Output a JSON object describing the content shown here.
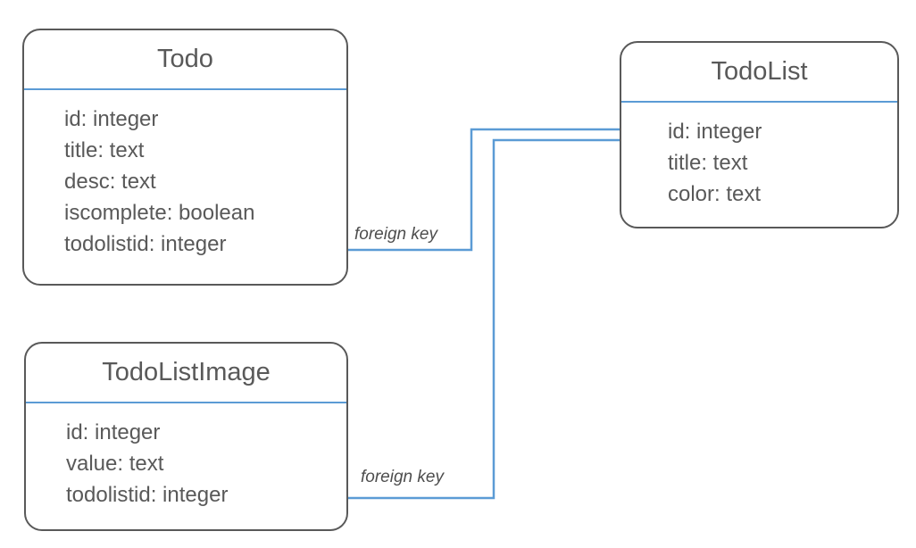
{
  "diagram": {
    "type": "entity-relationship-diagram",
    "accent_color": "#5b9bd5",
    "text_color": "#595959",
    "border_color": "#595959",
    "background_color": "#ffffff",
    "entities": [
      {
        "id": "todo",
        "title": "Todo",
        "fields": [
          "id: integer",
          "title: text",
          "desc: text",
          "iscomplete: boolean",
          "todolistid: integer"
        ]
      },
      {
        "id": "todolist",
        "title": "TodoList",
        "fields": [
          "id: integer",
          "title: text",
          "color: text"
        ]
      },
      {
        "id": "todolistimage",
        "title": "TodoListImage",
        "fields": [
          "id: integer",
          "value: text",
          "todolistid: integer"
        ]
      }
    ],
    "relationships": [
      {
        "id": "todo-to-todolist",
        "label": "foreign key",
        "from_entity": "Todo",
        "from_field": "todolistid: integer",
        "to_entity": "TodoList",
        "to_field": "id: integer"
      },
      {
        "id": "todolistimage-to-todolist",
        "label": "foreign key",
        "from_entity": "TodoListImage",
        "from_field": "todolistid: integer",
        "to_entity": "TodoList",
        "to_field": "id: integer"
      }
    ]
  }
}
